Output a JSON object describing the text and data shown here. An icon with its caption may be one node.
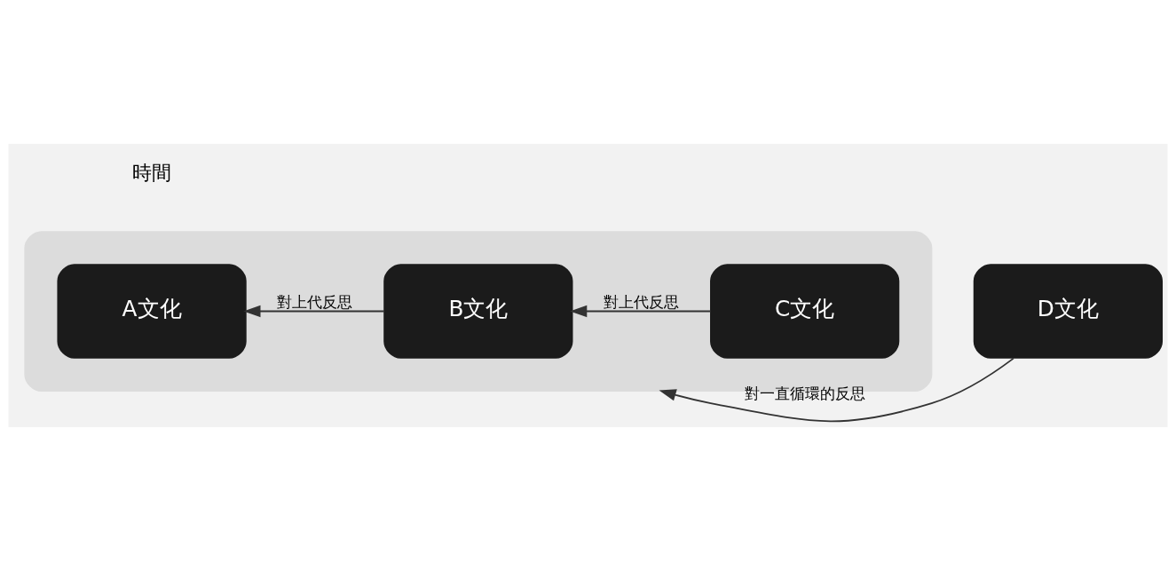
{
  "diagram": {
    "nodes": [
      {
        "text": [],
        "shape": "box"
      },
      {
        "text": [
          "A文化"
        ],
        "in": 0
      },
      {
        "text": [
          "B文化"
        ],
        "in": 0
      },
      {
        "text": [
          "C文化"
        ],
        "in": 0
      },
      {
        "text": [
          "D文化"
        ]
      }
    ],
    "edges": [
      {
        "from": 2,
        "to": 1,
        "arrow": "to",
        "label": "對上代反思"
      },
      {
        "from": 3,
        "to": 2,
        "arrow": "to",
        "label": "對上代反思"
      },
      {
        "from": 4,
        "to": 0,
        "arrow": "to",
        "label": "對一直循環的反思"
      }
    ],
    "labels": [
      "時間"
    ]
  }
}
